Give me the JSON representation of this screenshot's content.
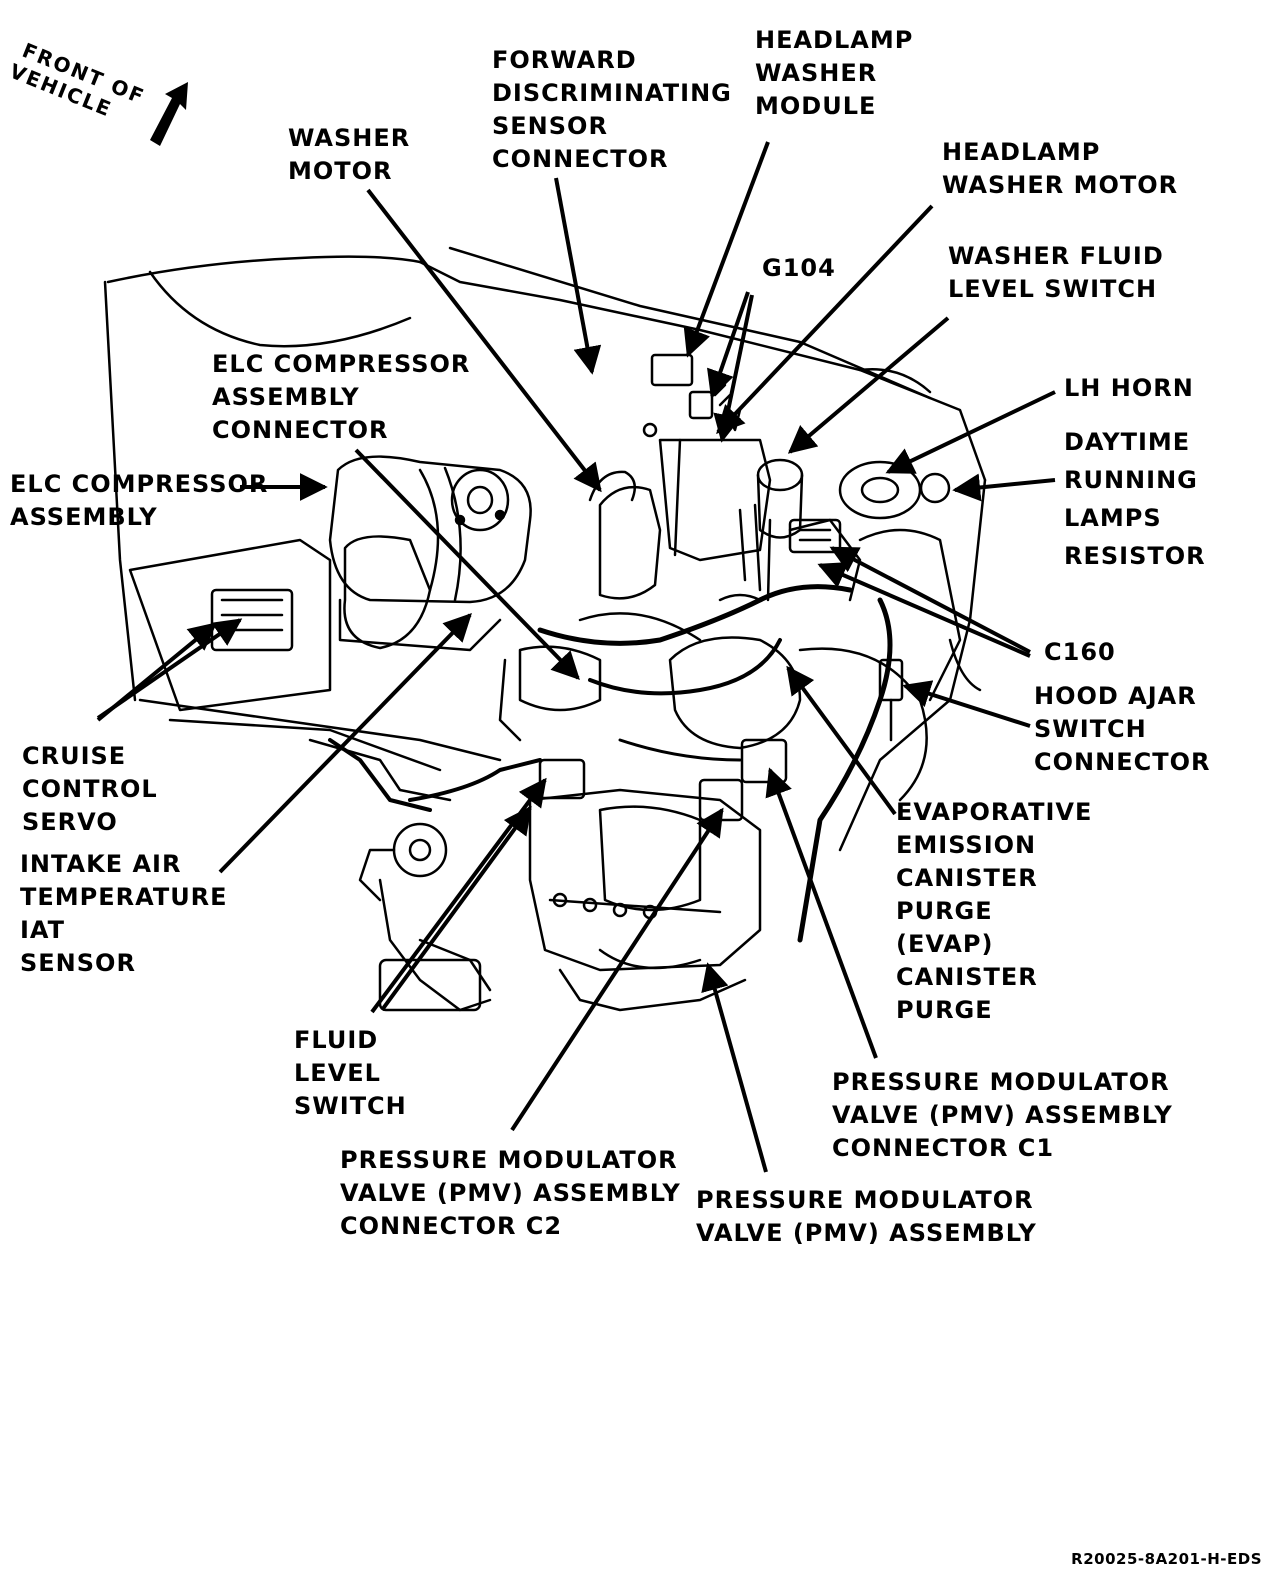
{
  "orientation": {
    "line1": "FRONT OF",
    "line2": "VEHICLE"
  },
  "labels": {
    "forward_sensor": [
      "FORWARD",
      "DISCRIMINATING",
      "SENSOR",
      "CONNECTOR"
    ],
    "headlamp_washer_module": [
      "HEADLAMP",
      "WASHER",
      "MODULE"
    ],
    "washer_motor": [
      "WASHER",
      "MOTOR"
    ],
    "headlamp_washer_motor": [
      "HEADLAMP",
      "WASHER MOTOR"
    ],
    "g104": [
      "G104"
    ],
    "washer_fluid_level_switch": [
      "WASHER FLUID",
      "LEVEL SWITCH"
    ],
    "elc_compressor_connector": [
      "ELC COMPRESSOR",
      "ASSEMBLY",
      "CONNECTOR"
    ],
    "lh_horn": [
      "LH HORN"
    ],
    "drl_resistor": [
      "DAYTIME",
      "RUNNING",
      "LAMPS",
      "RESISTOR"
    ],
    "elc_compressor": [
      "ELC COMPRESSOR",
      "ASSEMBLY"
    ],
    "c160": [
      "C160"
    ],
    "hood_ajar": [
      "HOOD AJAR",
      "SWITCH",
      "CONNECTOR"
    ],
    "cruise_servo": [
      "CRUISE",
      "CONTROL",
      "SERVO"
    ],
    "iat_sensor": [
      "INTAKE AIR",
      "TEMPERATURE",
      "IAT",
      "SENSOR"
    ],
    "evap_purge": [
      "EVAPORATIVE",
      "EMISSION",
      "CANISTER",
      "PURGE",
      "(EVAP)",
      "CANISTER",
      "PURGE"
    ],
    "fluid_level_switch": [
      "FLUID",
      "LEVEL",
      "SWITCH"
    ],
    "pmv_c1": [
      "PRESSURE MODULATOR",
      "VALVE (PMV) ASSEMBLY",
      "CONNECTOR C1"
    ],
    "pmv_c2": [
      "PRESSURE MODULATOR",
      "VALVE (PMV) ASSEMBLY",
      "CONNECTOR C2"
    ],
    "pmv_assembly": [
      "PRESSURE MODULATOR",
      "VALVE (PMV) ASSEMBLY"
    ]
  },
  "figure_code": "R20025-8A201-H-EDS"
}
